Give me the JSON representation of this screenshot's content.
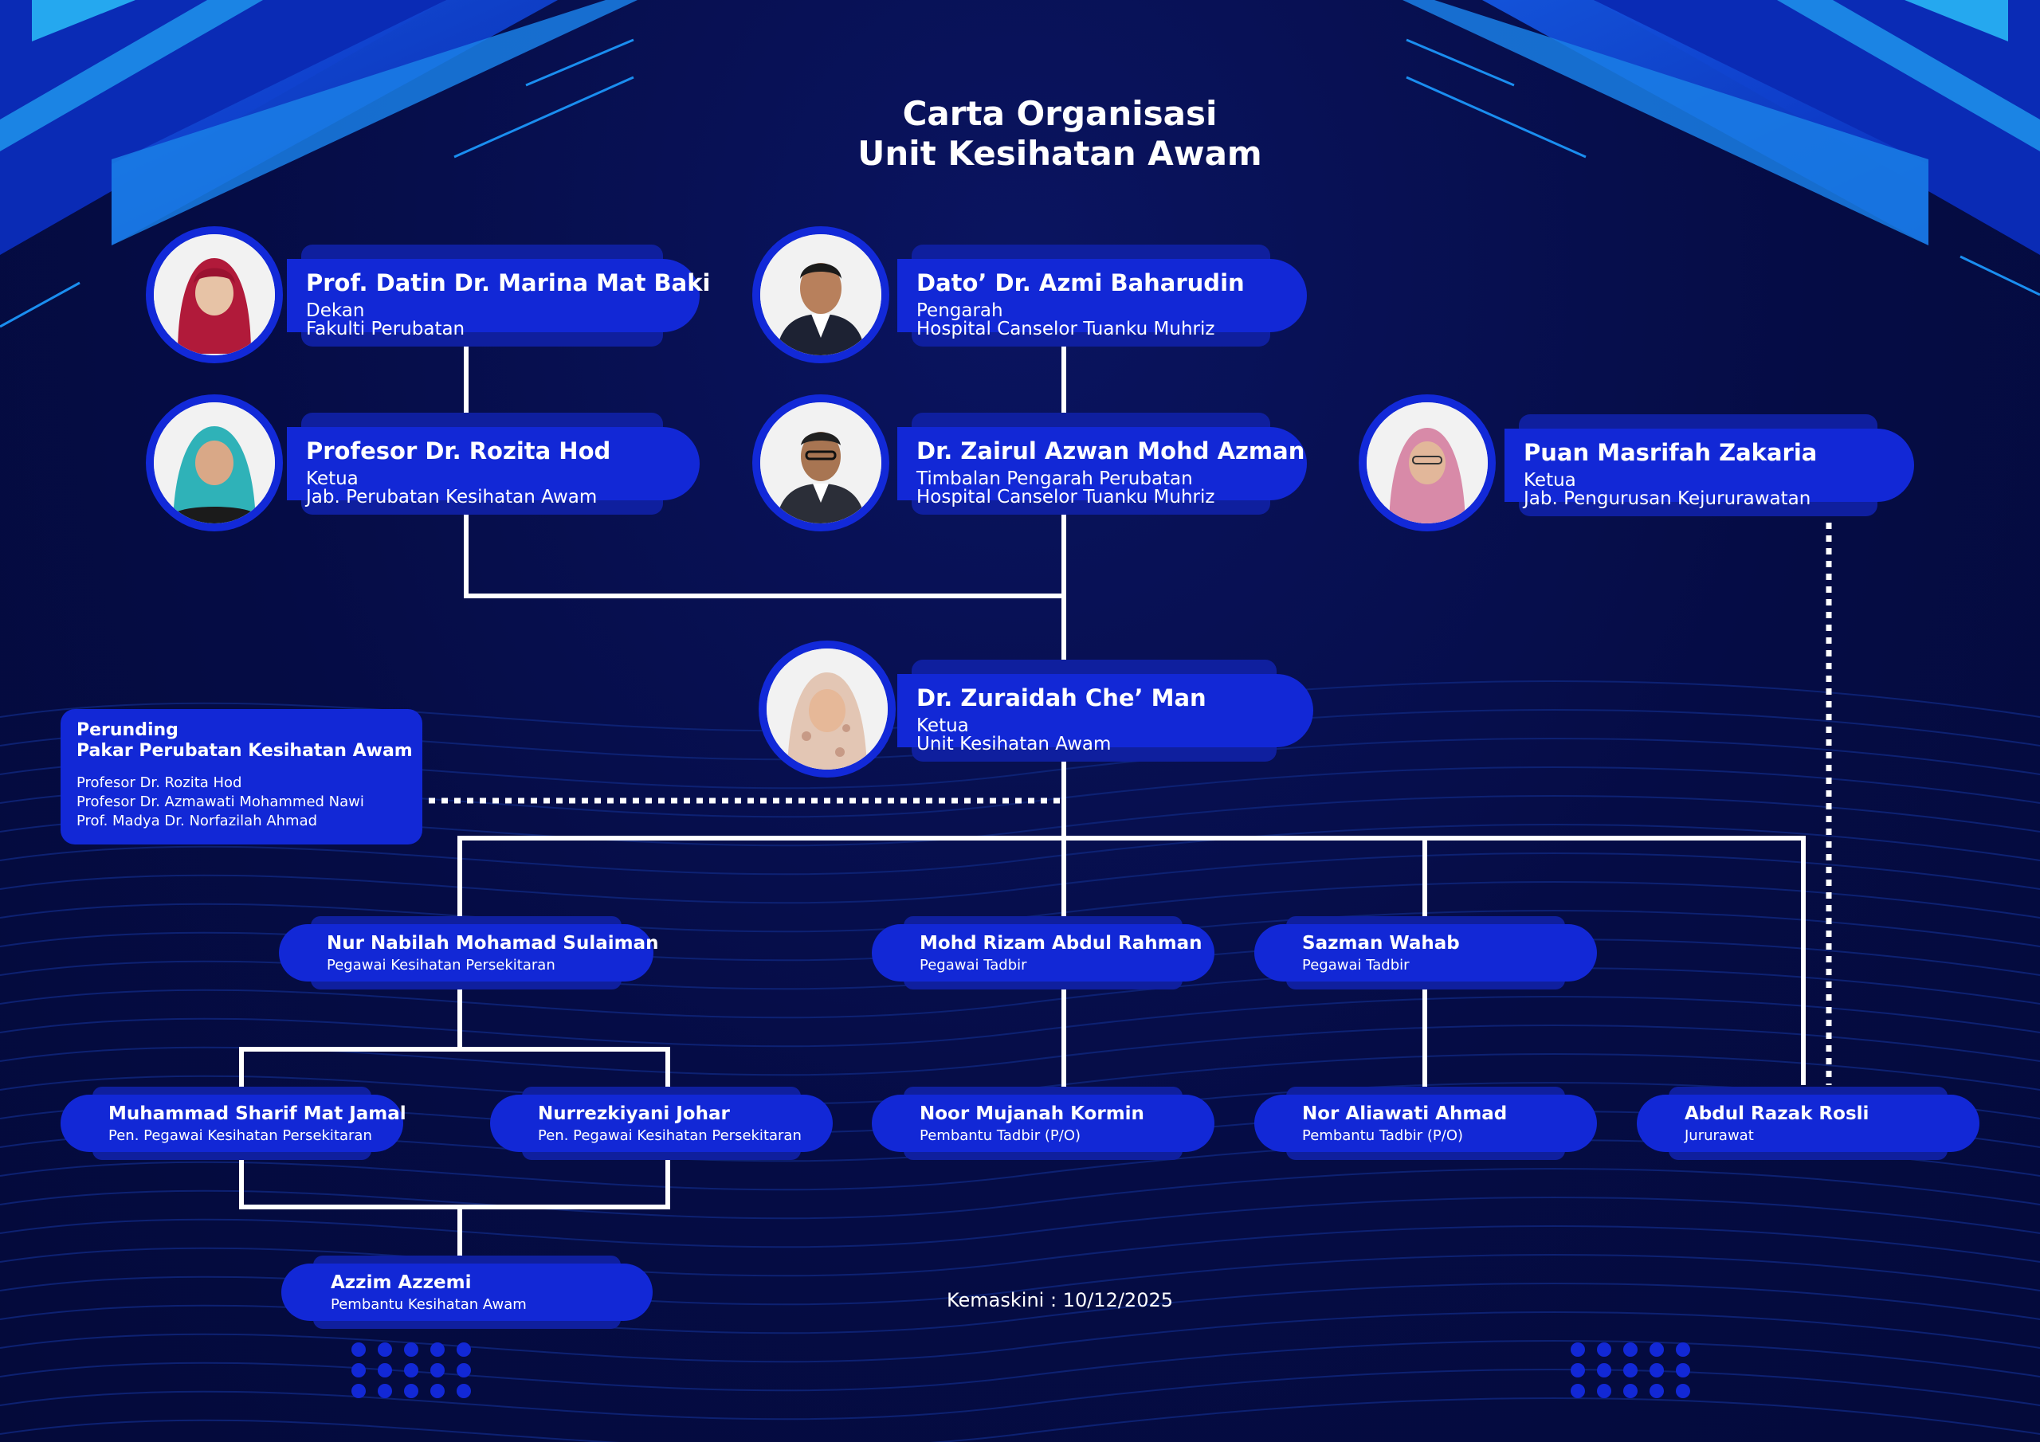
{
  "title": {
    "line1": "Carta Organisasi",
    "line2": "Unit Kesihatan Awam"
  },
  "leaders": [
    {
      "name": "Prof. Datin Dr. Marina Mat Baki",
      "line1": "Dekan",
      "line2": "Fakulti Perubatan"
    },
    {
      "name": "Dato’ Dr. Azmi Baharudin",
      "line1": "Pengarah",
      "line2": "Hospital Canselor Tuanku Muhriz"
    },
    {
      "name": "Profesor Dr. Rozita Hod",
      "line1": "Ketua",
      "line2": "Jab. Perubatan Kesihatan Awam"
    },
    {
      "name": "Dr. Zairul Azwan Mohd Azman",
      "line1": "Timbalan Pengarah Perubatan",
      "line2": "Hospital Canselor Tuanku Muhriz"
    },
    {
      "name": "Puan Masrifah Zakaria",
      "line1": "Ketua",
      "line2": "Jab. Pengurusan Kejururawatan"
    },
    {
      "name": "Dr. Zuraidah Che’ Man",
      "line1": "Ketua",
      "line2": "Unit Kesihatan Awam"
    }
  ],
  "consultants": {
    "title1": "Perunding",
    "title2": "Pakar Perubatan Kesihatan Awam",
    "members": [
      "Profesor Dr. Rozita Hod",
      "Profesor Dr. Azmawati Mohammed Nawi",
      "Prof. Madya Dr. Norfazilah Ahmad"
    ]
  },
  "staff": [
    {
      "name": "Nur Nabilah Mohamad Sulaiman",
      "role": "Pegawai Kesihatan Persekitaran"
    },
    {
      "name": "Mohd Rizam Abdul Rahman",
      "role": "Pegawai Tadbir"
    },
    {
      "name": "Sazman Wahab",
      "role": "Pegawai Tadbir"
    },
    {
      "name": "Muhammad Sharif Mat Jamal",
      "role": "Pen. Pegawai Kesihatan Persekitaran"
    },
    {
      "name": "Nurrezkiyani Johar",
      "role": "Pen. Pegawai Kesihatan Persekitaran"
    },
    {
      "name": "Noor Mujanah Kormin",
      "role": "Pembantu Tadbir (P/O)"
    },
    {
      "name": "Nor Aliawati Ahmad",
      "role": "Pembantu Tadbir (P/O)"
    },
    {
      "name": "Abdul Razak Rosli",
      "role": "Jururawat"
    },
    {
      "name": "Azzim Azzemi",
      "role": "Pembantu Kesihatan Awam"
    }
  ],
  "updated": "Kemaskini : 10/12/2025",
  "colors": {
    "pill": "#1228d6",
    "pill_shadow": "#0f1f9e",
    "background": "#050c45",
    "connector": "#ffffff"
  },
  "icons": [
    "person-photo"
  ]
}
